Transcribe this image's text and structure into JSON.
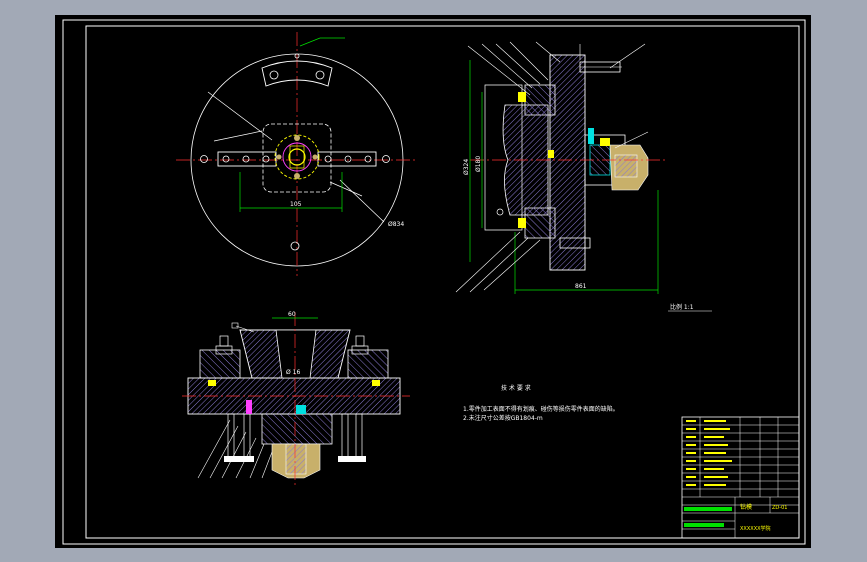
{
  "colors": {
    "frame_bg": "#a2a9b6",
    "paper": "#000000",
    "border": "#ffffff",
    "centerline": "#ff3030",
    "dimension": "#00e000",
    "part_fill": "#c8b06a",
    "yellow": "#ffff00",
    "cyan": "#00e0e0",
    "magenta": "#ff40ff",
    "hatch": "#8a7ad0"
  },
  "drawing": {
    "top_view": {
      "dim_width": "105",
      "dim_circle": "Ø834"
    },
    "side_view": {
      "dim_d1": "Ø324",
      "dim_d2": "Ø180",
      "dim_length": "861",
      "callout": "比例 1:1"
    },
    "front_view": {
      "dim_top": "60",
      "dim_bore": "Ø 16"
    },
    "notes": {
      "title": "技 术 要 求",
      "line1": "1.零件加工表面不得有划痕、碰伤等损伤零件表面的缺陷。",
      "line2": "2.未注尺寸公差按GB1804-m"
    },
    "title_block": {
      "drawing_title": "钻模",
      "drawing_no": "ZD-01",
      "company": "XXXXXX学院"
    }
  }
}
